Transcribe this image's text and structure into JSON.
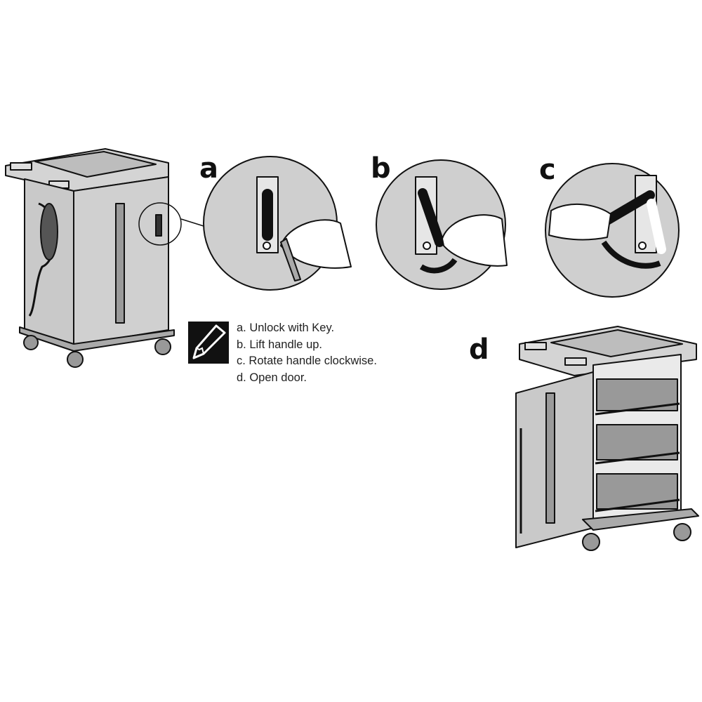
{
  "steps": {
    "a": "a",
    "b": "b",
    "c": "c",
    "d": "d"
  },
  "notes": {
    "icon": "pencil-icon",
    "lines": [
      "a. Unlock with Key.",
      "b. Lift handle up.",
      "c. Rotate handle clockwise.",
      "d. Open door."
    ]
  },
  "colors": {
    "cart_fill": "#c9c9c9",
    "stroke": "#111111",
    "circle_fill": "#cfcfcf"
  }
}
